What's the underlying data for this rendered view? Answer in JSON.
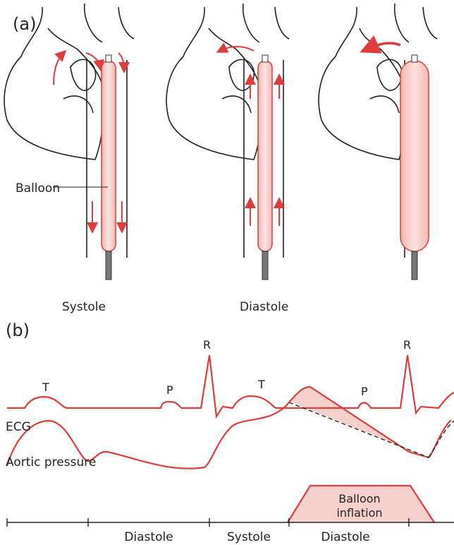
{
  "panel_a": {
    "label": "(a)",
    "balloon_label": "Balloon",
    "captions": [
      "Systole",
      "Diastole"
    ]
  },
  "panel_b": {
    "label": "(b)",
    "ecg_label": "ECG",
    "pressure_label": "Aortic pressure",
    "wave_labels": [
      "T",
      "P",
      "R",
      "T",
      "P",
      "R"
    ],
    "balloon_inflation": [
      "Balloon",
      "inflation"
    ],
    "phases": [
      "Diastole",
      "Systole",
      "Diastole"
    ]
  },
  "colors": {
    "red": "#e03c3c",
    "balloon_fill": "#f6d0cc",
    "outline": "#222222"
  }
}
